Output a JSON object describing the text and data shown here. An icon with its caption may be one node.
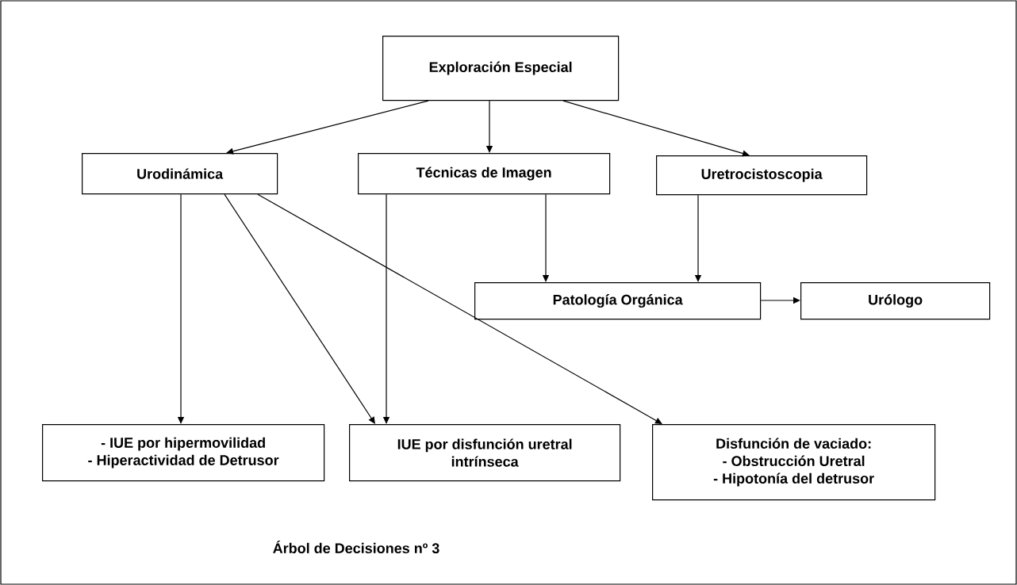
{
  "diagram": {
    "caption": "Árbol de Decisiones nº 3",
    "nodes": [
      {
        "text": [
          "Exploración Especial"
        ]
      },
      {
        "text": [
          "Urodinámica"
        ]
      },
      {
        "text": [
          "Técnicas de Imagen"
        ]
      },
      {
        "text": [
          "Uretrocistoscopia"
        ]
      },
      {
        "text": [
          "Patología Orgánica"
        ]
      },
      {
        "text": [
          "Urólogo"
        ]
      },
      {
        "text": [
          "- IUE por hipermovilidad",
          "- Hiperactividad de Detrusor"
        ]
      },
      {
        "text": [
          "IUE por disfunción uretral intrínseca"
        ]
      },
      {
        "text": [
          "Disfunción de vaciado:",
          "- Obstrucción Uretral",
          "- Hipotonía del detrusor"
        ]
      }
    ],
    "edges": [
      {
        "from": 0,
        "to": 1,
        "arrow": "to"
      },
      {
        "from": 0,
        "to": 2,
        "arrow": "to"
      },
      {
        "from": 0,
        "to": 3,
        "arrow": "to"
      },
      {
        "from": 1,
        "to": 6,
        "arrow": "to"
      },
      {
        "from": 1,
        "to": 7,
        "arrow": "to"
      },
      {
        "from": 1,
        "to": 8,
        "arrow": "to"
      },
      {
        "from": 2,
        "to": 7,
        "arrow": "to"
      },
      {
        "from": 2,
        "to": 4,
        "arrow": "to"
      },
      {
        "from": 3,
        "to": 4,
        "arrow": "to"
      },
      {
        "from": 4,
        "to": 5,
        "arrow": "to"
      }
    ]
  }
}
